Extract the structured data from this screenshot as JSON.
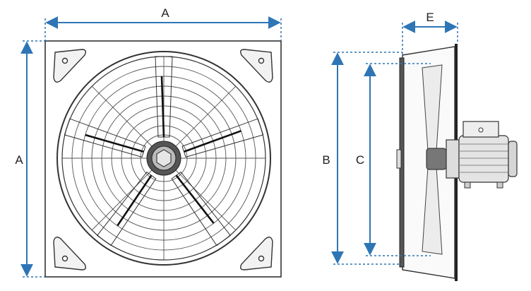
{
  "labels": {
    "top_width": "A",
    "left_height": "A",
    "outer_height": "B",
    "inner_height": "C",
    "depth": "E"
  },
  "colors": {
    "dimension": "#2e75b6",
    "line": "#333333",
    "panel": "#f5f5f5",
    "hub": "#888888"
  }
}
